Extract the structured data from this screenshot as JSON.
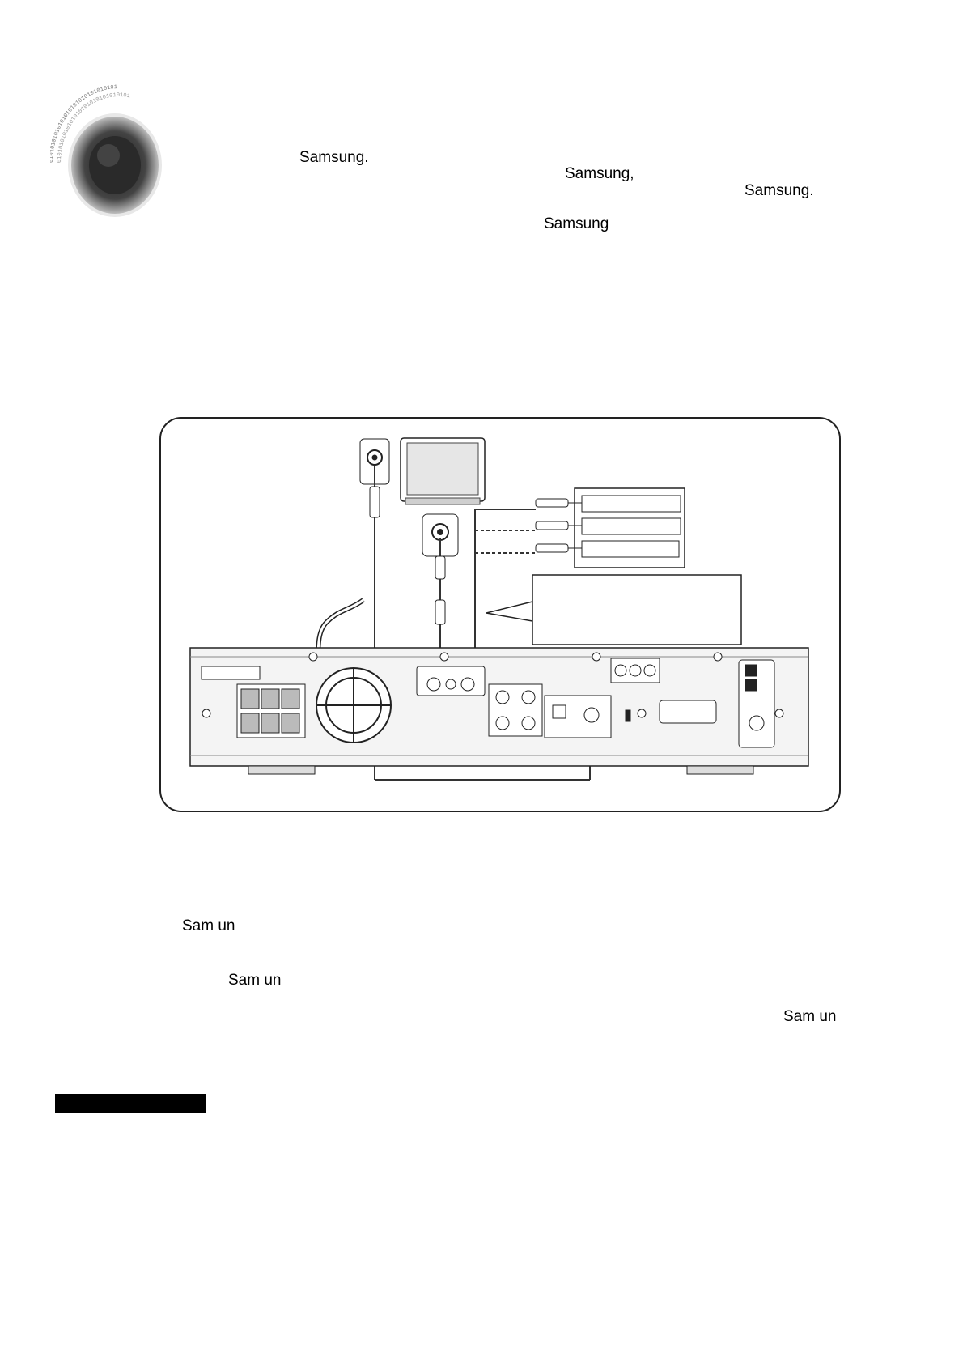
{
  "header": {
    "line1": "Samsung.",
    "line2": "Samsung,",
    "line3": "Samsung.",
    "line4": "Samsung"
  },
  "body": {
    "line1": "Sam  un",
    "line2": "Sam  un",
    "line3": "Sam  un"
  },
  "decoration": {
    "binary_ring_text": "01010101010101010101010101010101",
    "speaker_icon": "speaker-icon"
  },
  "colors": {
    "ink": "#000000",
    "panel": "#f2f2f2",
    "line": "#222222"
  }
}
